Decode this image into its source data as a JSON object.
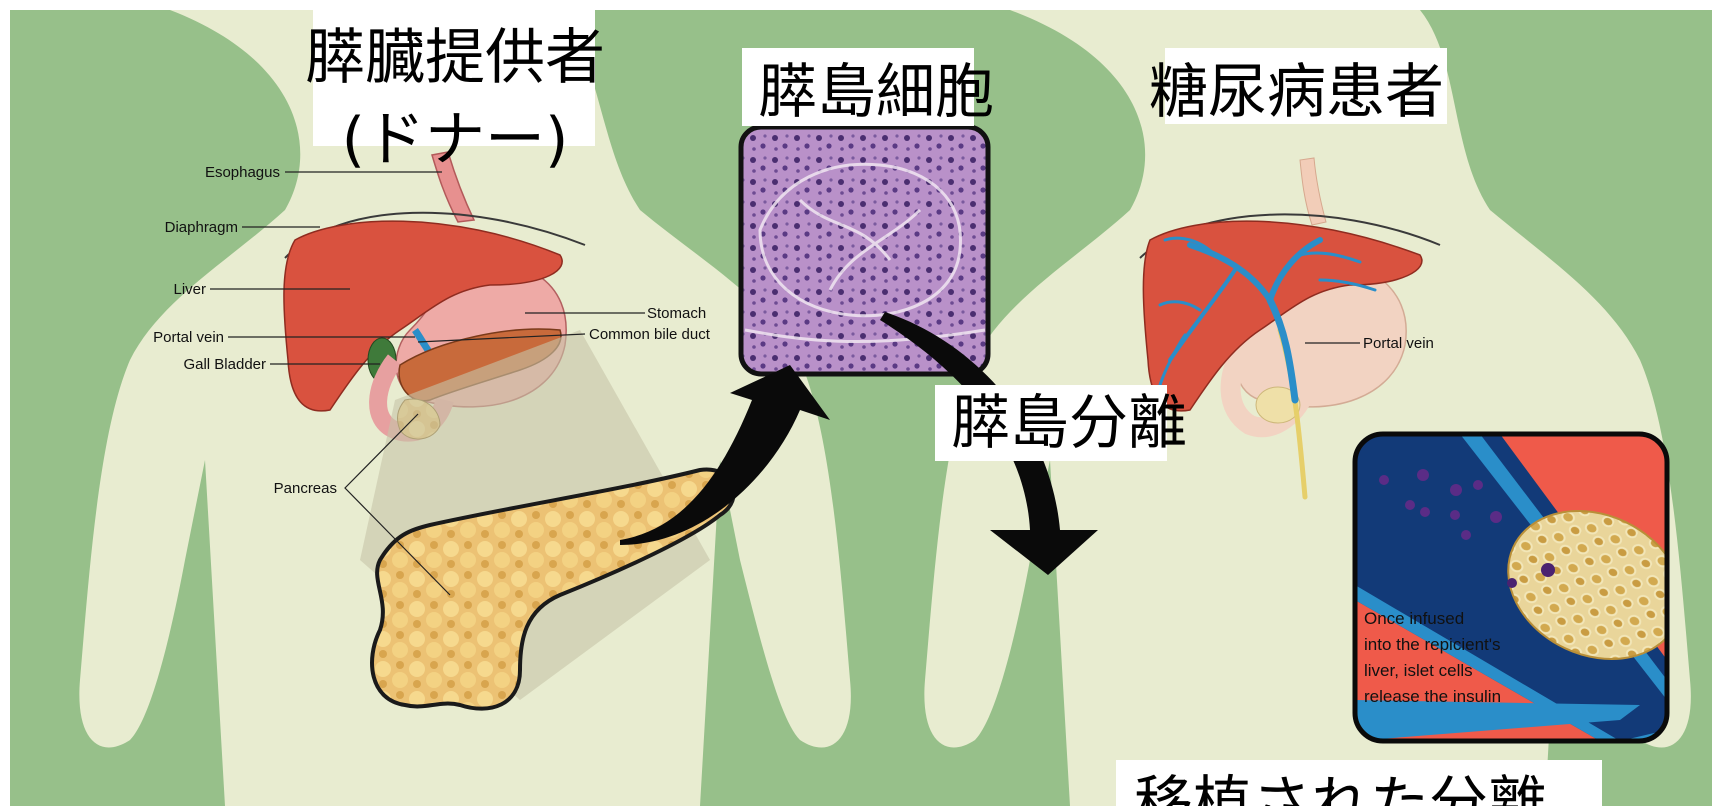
{
  "labels": {
    "donor_title_line1": "膵臓提供者",
    "donor_title_line2": "(ドナー)",
    "islet_cells": "膵島細胞",
    "patient": "糖尿病患者",
    "islet_isolation": "膵島分離",
    "transplanted": "移植された分離"
  },
  "anatomy": {
    "esophagus": "Esophagus",
    "diaphragm": "Diaphragm",
    "liver": "Liver",
    "portal_vein_left": "Portal vein",
    "gall_bladder": "Gall Bladder",
    "pancreas": "Pancreas",
    "stomach": "Stomach",
    "common_bile_duct": "Common bile duct",
    "portal_vein_right": "Portal vein"
  },
  "inset": {
    "line1": "Once infused",
    "line2": "into the repicient's",
    "line3": "liver, islet cells",
    "line4": "release the insulin"
  },
  "colors": {
    "background": "#97c08a",
    "body": "#e8ecd0",
    "liver": "#d9523f",
    "stomach": "#eeaaa6",
    "pancreas": "#ebbd6c",
    "vein": "#2a8ec9",
    "inset_red": "#ef5a4a",
    "inset_blue": "#123a78"
  }
}
